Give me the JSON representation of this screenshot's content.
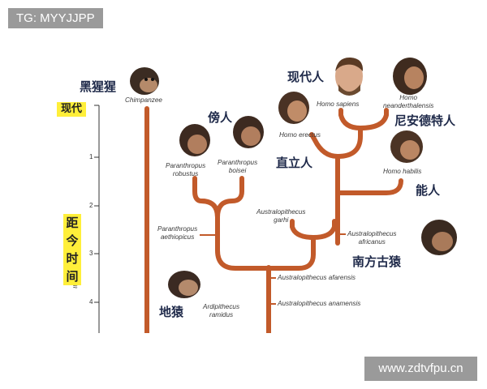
{
  "watermark_top": "TG: MYYJJPP",
  "watermark_bottom": "www.zdtvfpu.cn",
  "colors": {
    "branch": "#c25a2a",
    "axis": "#333333",
    "highlight": "#ffef3a",
    "label_zh": "#1f2a4a"
  },
  "axis": {
    "header": "现代",
    "ticks": [
      "1",
      "2",
      "3",
      "4"
    ],
    "title_chars": [
      "距",
      "今",
      "时",
      "间"
    ],
    "unit_mark": "≈"
  },
  "labels_zh": {
    "chimpanzee": "黑猩猩",
    "modern_human": "现代人",
    "paranthropus": "傍人",
    "neanderthal": "尼安德特人",
    "homo_erectus": "直立人",
    "homo_habilis": "能人",
    "australopithecus": "南方古猿",
    "ardipithecus": "地猿"
  },
  "labels_latin": {
    "chimpanzee": "Chimpanzee",
    "homo_sapiens": "Homo sapiens",
    "homo_neanderthalensis": [
      "Homo",
      "neanderthalensis"
    ],
    "homo_erectus": "Homo erectus",
    "paranthropus_robustus": [
      "Paranthropus",
      "robustus"
    ],
    "paranthropus_boisei": [
      "Paranthropus",
      "boisei"
    ],
    "homo_habilis": "Homo habilis",
    "australopithecus_garhi": [
      "Australopithecus",
      "garhi"
    ],
    "paranthropus_aethiopicus": [
      "Paranthropus",
      "aethiopicus"
    ],
    "australopithecus_africanus": [
      "Australopithecus",
      "africanus"
    ],
    "australopithecus_afarensis": "Australopithecus afarensis",
    "australopithecus_anamensis": "Australopithecus anamensis",
    "ardipithecus_ramidus": [
      "Ardipithecus",
      "ramidus"
    ]
  },
  "icons": [
    "chimpanzee-head",
    "sapiens-head",
    "neanderthal-head",
    "erectus-head",
    "robustus-head",
    "boisei-head",
    "habilis-head",
    "australopithecus-head",
    "ardipithecus-head"
  ]
}
